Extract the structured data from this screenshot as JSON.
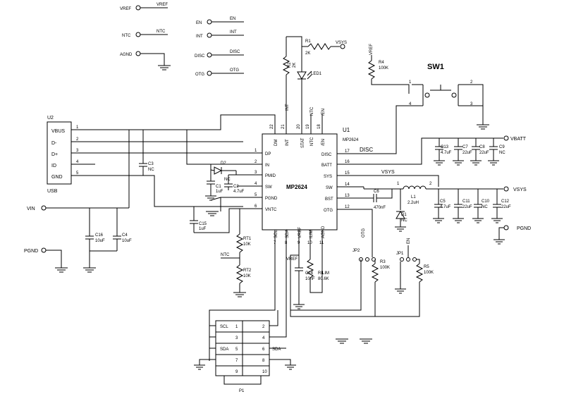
{
  "net_labels": {
    "vref_left": "VREF",
    "vref_right": "VREF",
    "ntc_left": "NTC",
    "ntc_right": "NTC",
    "agnd": "AGND",
    "en_left": "EN",
    "en_right": "EN",
    "int_left": "INT",
    "int_right": "INT",
    "disc_left": "DISC",
    "disc_right": "DISC",
    "otg_left": "OTG",
    "otg_right": "OTG",
    "vsys_r1": "VSYS",
    "vbatt": "VBATT",
    "vsys_out": "VSYS",
    "pgnd_right": "PGND",
    "vin": "VIN",
    "pgnd_left": "PGND",
    "ntc_mid": "NTC",
    "vref_mid": "VREF",
    "sys_net": "VSYS",
    "disc_net": "DISC",
    "vref_r4": "VREF",
    "int_top": "INT",
    "ntc_top": "NTC",
    "en_top": "/EN",
    "otg_top": "OTG",
    "en_jp1": "EN"
  },
  "ic": {
    "name": "MP2624",
    "designator": "U1",
    "part_label": "MP2624",
    "left_pins": [
      {
        "num": "1",
        "name": "DP"
      },
      {
        "num": "2",
        "name": "IN"
      },
      {
        "num": "3",
        "name": "PMID"
      },
      {
        "num": "4",
        "name": "SW"
      },
      {
        "num": "5",
        "name": "PGND"
      },
      {
        "num": "6",
        "name": "VNTC"
      }
    ],
    "right_pins": [
      {
        "num": "17",
        "name": "DISC"
      },
      {
        "num": "16",
        "name": "BATT"
      },
      {
        "num": "15",
        "name": "SYS"
      },
      {
        "num": "14",
        "name": "SW"
      },
      {
        "num": "13",
        "name": "BST"
      },
      {
        "num": "12",
        "name": "OTG"
      }
    ],
    "top_pins": [
      {
        "num": "22",
        "name": "DM"
      },
      {
        "num": "21",
        "name": "INT"
      },
      {
        "num": "20",
        "name": "STAT"
      },
      {
        "num": "19",
        "name": "NTC"
      },
      {
        "num": "18",
        "name": "/EN"
      }
    ],
    "bottom_pins": [
      {
        "num": "7",
        "name": "SCL"
      },
      {
        "num": "8",
        "name": "SDA"
      },
      {
        "num": "9",
        "name": "VREF"
      },
      {
        "num": "10",
        "name": "ILIM"
      },
      {
        "num": "11",
        "name": "AGND"
      }
    ]
  },
  "usb": {
    "designator": "U2",
    "footer": "USB",
    "pins": [
      {
        "num": "1",
        "name": "VBUS"
      },
      {
        "num": "2",
        "name": "D-"
      },
      {
        "num": "3",
        "name": "D+"
      },
      {
        "num": "4",
        "name": "ID"
      },
      {
        "num": "5",
        "name": "GND"
      }
    ]
  },
  "components": {
    "r1": {
      "ref": "R1",
      "value": "2K"
    },
    "r2": {
      "ref": "R2",
      "value": "2K"
    },
    "led1": {
      "ref": "LED1"
    },
    "r4": {
      "ref": "R4",
      "value": "100K"
    },
    "sw1": {
      "ref": "SW1",
      "p1": "1",
      "p2": "2",
      "p3": "3",
      "p4": "4"
    },
    "d2": {
      "ref": "D2",
      "value": "NC"
    },
    "c3": {
      "ref": "C3",
      "value": "NC"
    },
    "c1": {
      "ref": "C1",
      "value": "1uF"
    },
    "c2": {
      "ref": "C2",
      "value": "4.7uF"
    },
    "c15": {
      "ref": "C15",
      "value": "1uF"
    },
    "c16": {
      "ref": "C16",
      "value": "10uF"
    },
    "c4": {
      "ref": "C4",
      "value": "10uF"
    },
    "rt1": {
      "ref": "RT1",
      "value": "10K"
    },
    "rt2": {
      "ref": "RT2",
      "value": "10K"
    },
    "c13": {
      "ref": "C13",
      "value": "4.7uF"
    },
    "c7": {
      "ref": "C7",
      "value": "22uF"
    },
    "c8": {
      "ref": "C8",
      "value": "22uF"
    },
    "c9": {
      "ref": "C9",
      "value": "NC"
    },
    "c6": {
      "ref": "C6",
      "value": "470nF"
    },
    "l1": {
      "ref": "L1",
      "value": "2.2uH"
    },
    "d1": {
      "ref": "D1",
      "value": "NC"
    },
    "c5": {
      "ref": "C5",
      "value": "4.7uF"
    },
    "c11": {
      "ref": "C11",
      "value": "22uF"
    },
    "c10": {
      "ref": "C10",
      "value": "NC"
    },
    "c12": {
      "ref": "C12",
      "value": "22uF"
    },
    "c14": {
      "ref": "C14",
      "value": "10nF"
    },
    "rilim": {
      "ref": "RILIM",
      "value": "80.6K"
    },
    "jp2": {
      "ref": "JP2"
    },
    "r3": {
      "ref": "R3",
      "value": "100K"
    },
    "jp1": {
      "ref": "JP1"
    },
    "r5": {
      "ref": "R5",
      "value": "100K"
    }
  },
  "p1": {
    "ref": "P1",
    "rows": [
      {
        "l": "1",
        "r": "2",
        "ln": "SCL",
        "rn": ""
      },
      {
        "l": "3",
        "r": "4",
        "ln": "",
        "rn": ""
      },
      {
        "l": "5",
        "r": "6",
        "ln": "SDA",
        "rn": "SDA"
      },
      {
        "l": "7",
        "r": "8",
        "ln": "",
        "rn": ""
      },
      {
        "l": "9",
        "r": "10",
        "ln": "",
        "rn": ""
      }
    ]
  },
  "node_labels": {
    "n1": "1",
    "n2": "2"
  }
}
